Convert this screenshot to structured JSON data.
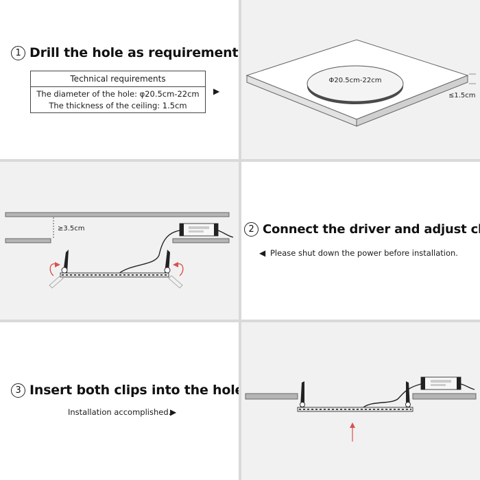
{
  "step1": {
    "number": "1",
    "title": "Drill the hole as requirements.",
    "tech_header": "Technical requirements",
    "tech_line1": "The diameter of the hole: φ20.5cm-22cm",
    "tech_line2": "The thickness of the ceiling: 1.5cm",
    "pointer": "▶"
  },
  "hole_diagram": {
    "diameter_label": "Φ20.5cm-22cm",
    "thickness_label": "≤1.5cm"
  },
  "step2": {
    "number": "2",
    "title": "Connect the driver and adjust clips.",
    "note": "Please shut down the power before installation.",
    "pointer": "◀"
  },
  "clearance_diagram": {
    "clearance_label": "≥3.5cm"
  },
  "step3": {
    "number": "3",
    "title": "Insert both clips into the hole.",
    "note": "Installation accomplished.",
    "pointer": "▶"
  },
  "colors": {
    "panel_gray": "#f1f1f2",
    "ceiling_gray": "#9a9a9a",
    "arrow_red": "#d9534f"
  }
}
